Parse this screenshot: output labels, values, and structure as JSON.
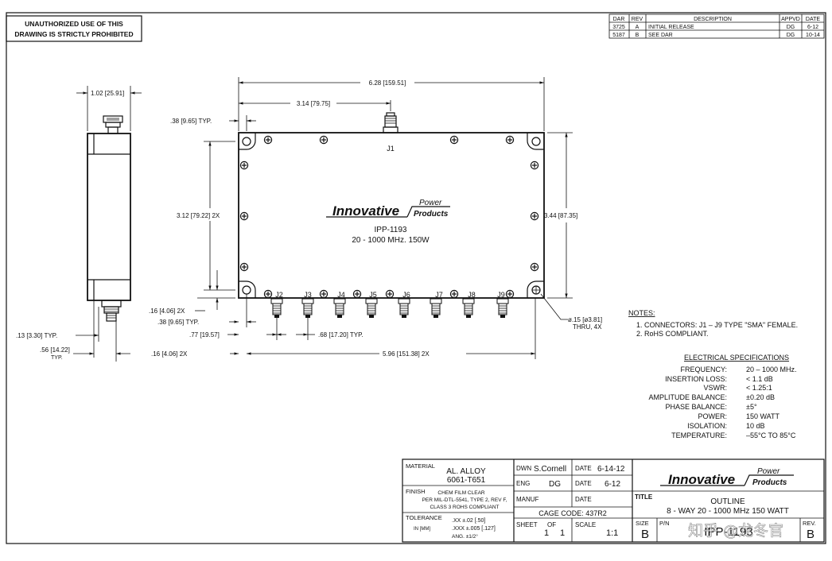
{
  "warning": {
    "line1": "UNAUTHORIZED USE OF THIS",
    "line2": "DRAWING IS STRICTLY PROHIBITED"
  },
  "revision_table": {
    "headers": [
      "DAR",
      "REV",
      "DESCRIPTION",
      "APPVD",
      "DATE"
    ],
    "rows": [
      [
        "3725",
        "A",
        "INITIAL RELEASE",
        "DG",
        "6-12"
      ],
      [
        "5187",
        "B",
        "SEE DAR",
        "DG",
        "10-14"
      ]
    ]
  },
  "dimensions": {
    "side_width": "1.02 [25.91]",
    "overall_length": "6.28 [159.51]",
    "j1_offset": "3.14 [79.75]",
    "hole_top_offset": ".38 [9.65] TYP.",
    "height_inner": "3.12 [79.22] 2X",
    "height_overall": "3.44 [87.35]",
    "hole_bottom_offset": ".16 [4.06] 2X",
    "hole_bottom_offset2": ".38 [9.65] TYP.",
    "conn_first": ".77 [19.57]",
    "conn_pitch": ".68 [17.20] TYP.",
    "conn_span_offset": ".16 [4.06] 2X",
    "conn_span": "5.96 [151.38] 2X",
    "side_conn_offset": ".13 [3.30] TYP.",
    "side_depth_1": ".56 [14.22]",
    "side_depth_2": "TYP.",
    "hole_dia_1": "ø.15 [ø3.81]",
    "hole_dia_2": "THRU, 4X"
  },
  "connectors": {
    "top": "J1",
    "bottom": [
      "J2",
      "J3",
      "J4",
      "J5",
      "J6",
      "J7",
      "J8",
      "J9"
    ]
  },
  "label": {
    "brand": "Innovative",
    "power": "Power",
    "products": "Products",
    "part": "IPP-1193",
    "spec": "20 - 1000 MHz. 150W"
  },
  "notes": {
    "title": "NOTES:",
    "items": [
      "1. CONNECTORS: J1 – J9 TYPE \"SMA\" FEMALE.",
      "2. RoHS COMPLIANT."
    ]
  },
  "electrical": {
    "title": "ELECTRICAL SPECIFICATIONS",
    "rows": [
      {
        "k": "FREQUENCY:",
        "v": "20 – 1000 MHz."
      },
      {
        "k": "INSERTION LOSS:",
        "v": "< 1.1 dB"
      },
      {
        "k": "VSWR:",
        "v": "< 1.25:1"
      },
      {
        "k": "AMPLITUDE BALANCE:",
        "v": "±0.20 dB"
      },
      {
        "k": "PHASE BALANCE:",
        "v": "±5°"
      },
      {
        "k": "POWER:",
        "v": "150 WATT"
      },
      {
        "k": "ISOLATION:",
        "v": "10 dB"
      },
      {
        "k": "TEMPERATURE:",
        "v": "–55°C TO 85°C"
      }
    ]
  },
  "title_block": {
    "material_label": "MATERIAL",
    "material_1": "AL. ALLOY",
    "material_2": "6061-T651",
    "finish_label": "FINISH",
    "finish_1": "CHEM FILM CLEAR",
    "finish_2": "PER MIL-DTL-5541, TYPE 2, REV F,",
    "finish_3": "CLASS 3 ROHS COMPLIANT",
    "tol_label": "TOLERANCE",
    "tol_unit": "IN [MM]",
    "tol_1": ".XX  ±.02  [.50]",
    "tol_2": ".XXX ±.005 [.127]",
    "tol_3": "ANG. ±1/2°",
    "dwn_label": "DWN",
    "dwn": "S.Cornell",
    "date1_label": "DATE",
    "date1": "6-14-12",
    "eng_label": "ENG",
    "eng": "DG",
    "date2_label": "DATE",
    "date2": "6-12",
    "manuf_label": "MANUF",
    "date3_label": "DATE",
    "cage": "CAGE CODE: 437R2",
    "sheet_label": "SHEET",
    "of_label": "OF",
    "sheet": "1",
    "sheet_of": "1",
    "scale_label": "SCALE",
    "scale": "1:1",
    "title_label": "TITLE",
    "title_1": "OUTLINE",
    "title_2": "8 - WAY  20 - 1000 MHz 150 WATT",
    "size_label": "SIZE",
    "size": "B",
    "pn_label": "P/N",
    "pn": "IPP-1193",
    "rev_label": "REV.",
    "rev": "B"
  },
  "watermark": "知乎 @龙冬官"
}
